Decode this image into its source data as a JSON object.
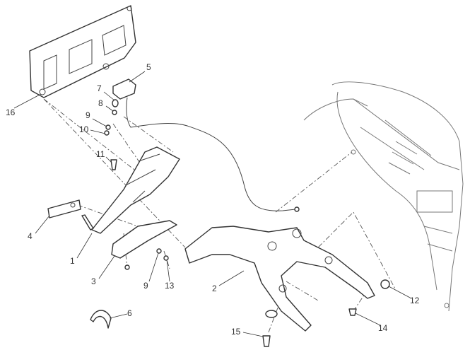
{
  "diagram": {
    "callouts": [
      {
        "id": "16",
        "label": "16"
      },
      {
        "id": "5",
        "label": "5"
      },
      {
        "id": "7",
        "label": "7"
      },
      {
        "id": "8",
        "label": "8"
      },
      {
        "id": "9a",
        "label": "9"
      },
      {
        "id": "10",
        "label": "10"
      },
      {
        "id": "11",
        "label": "11"
      },
      {
        "id": "4",
        "label": "4"
      },
      {
        "id": "1",
        "label": "1"
      },
      {
        "id": "3",
        "label": "3"
      },
      {
        "id": "9b",
        "label": "9"
      },
      {
        "id": "13",
        "label": "13"
      },
      {
        "id": "2",
        "label": "2"
      },
      {
        "id": "6",
        "label": "6"
      },
      {
        "id": "12",
        "label": "12"
      },
      {
        "id": "14",
        "label": "14"
      },
      {
        "id": "15",
        "label": "15"
      }
    ]
  }
}
